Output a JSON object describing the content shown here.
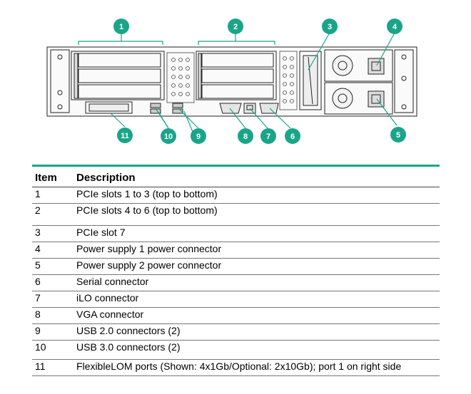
{
  "diagram": {
    "accent_color": "#1aa58a",
    "callouts": [
      {
        "num": "1"
      },
      {
        "num": "2"
      },
      {
        "num": "3"
      },
      {
        "num": "4"
      },
      {
        "num": "5"
      },
      {
        "num": "6"
      },
      {
        "num": "7"
      },
      {
        "num": "8"
      },
      {
        "num": "9"
      },
      {
        "num": "10"
      },
      {
        "num": "11"
      }
    ]
  },
  "table": {
    "header": {
      "item": "Item",
      "description": "Description"
    },
    "rows": [
      {
        "item": "1",
        "description": "PCIe slots 1 to 3 (top to bottom)"
      },
      {
        "item": "2",
        "description": "PCIe slots 4 to 6 (top to bottom)"
      },
      {
        "item": "3",
        "description": "PCIe slot 7"
      },
      {
        "item": "4",
        "description": "Power supply 1 power connector"
      },
      {
        "item": "5",
        "description": "Power supply 2 power connector"
      },
      {
        "item": "6",
        "description": "Serial connector"
      },
      {
        "item": "7",
        "description": "iLO connector"
      },
      {
        "item": "8",
        "description": "VGA connector"
      },
      {
        "item": "9",
        "description": "USB 2.0 connectors (2)"
      },
      {
        "item": "10",
        "description": "USB 3.0 connectors (2)"
      },
      {
        "item": "11",
        "description": "FlexibleLOM ports (Shown: 4x1Gb/Optional: 2x10Gb); port 1 on right side"
      }
    ]
  }
}
